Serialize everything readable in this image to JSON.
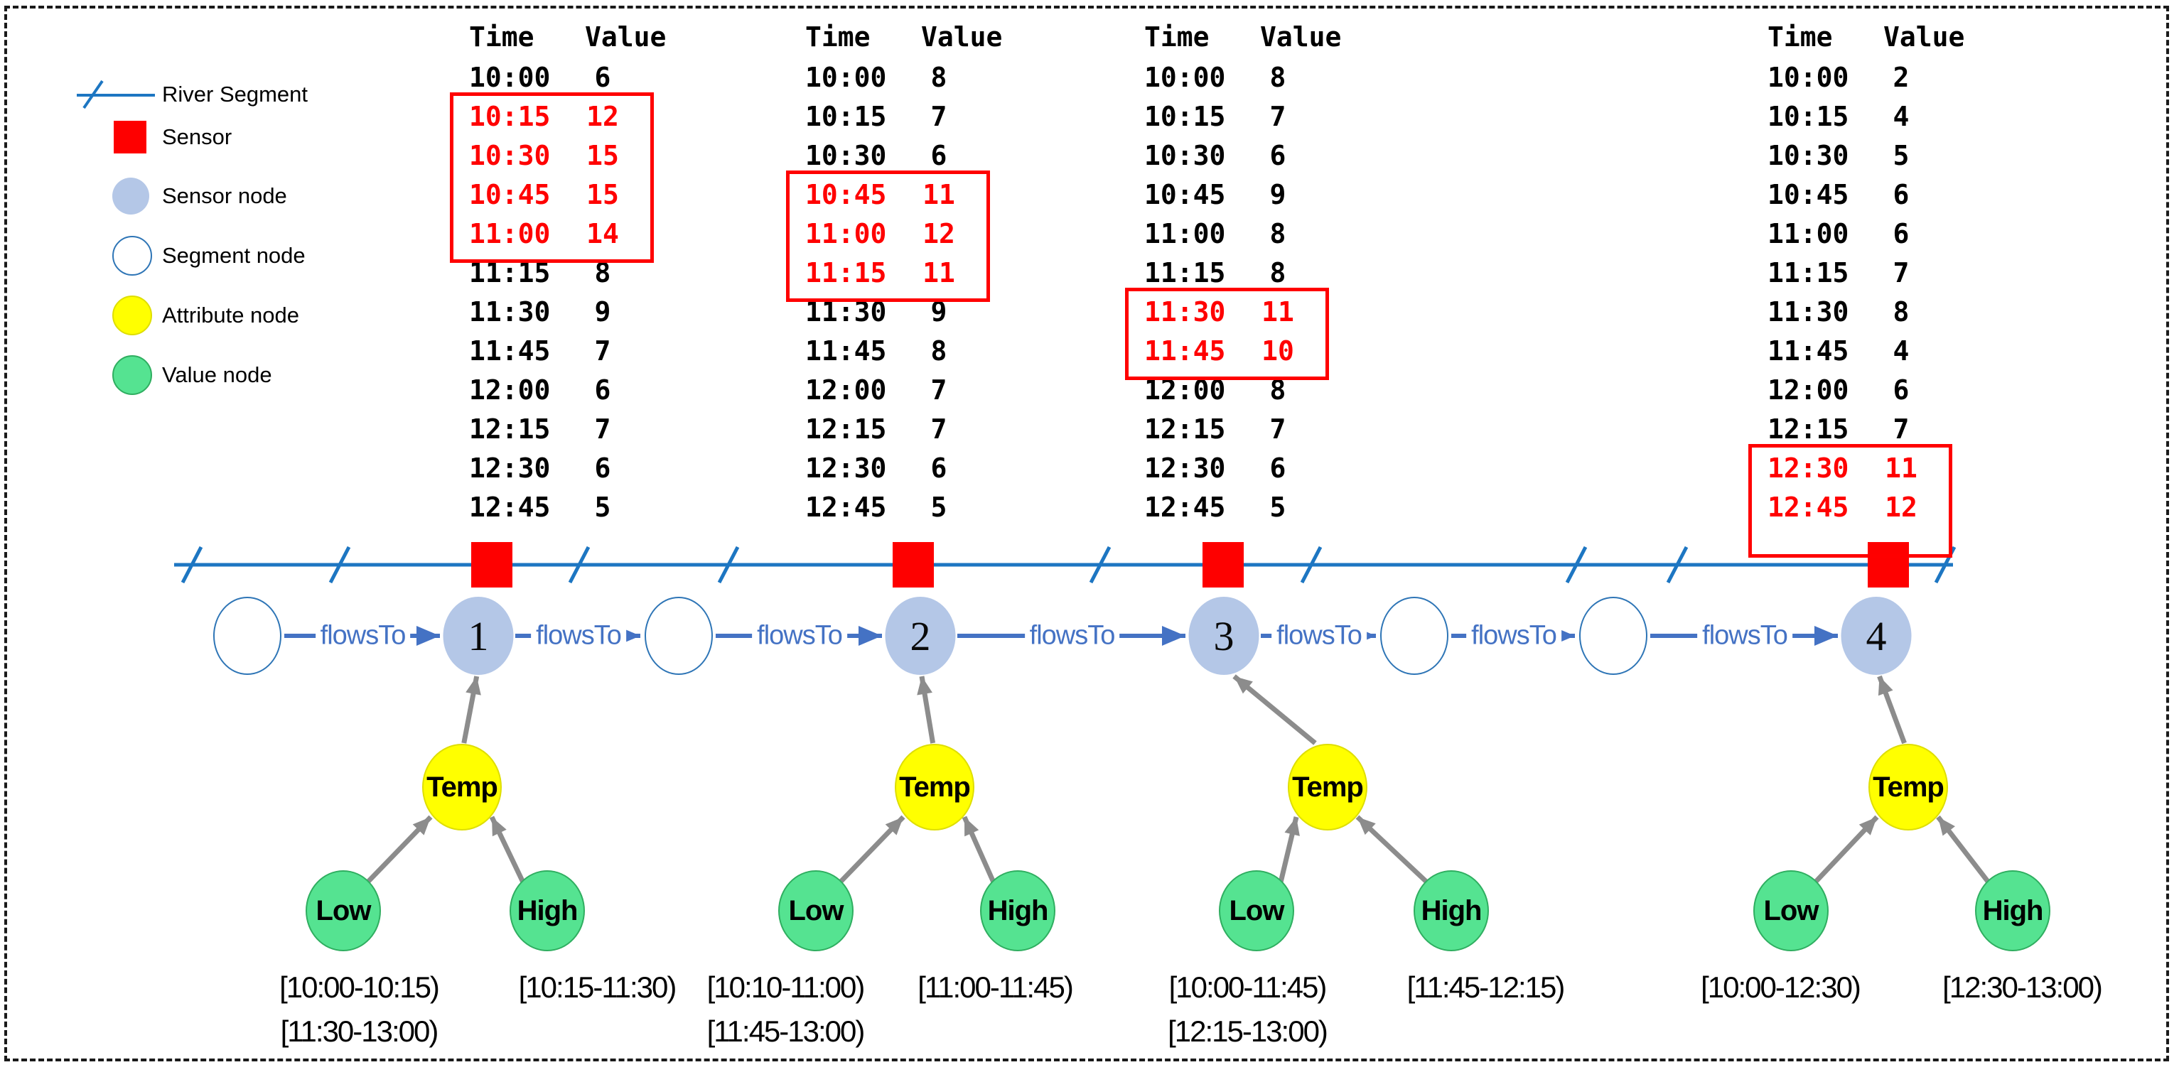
{
  "legend": {
    "items": [
      {
        "label": "River Segment",
        "swatch": "river-segment"
      },
      {
        "label": "Sensor",
        "swatch": "sensor"
      },
      {
        "label": "Sensor node",
        "swatch": "sensor-node"
      },
      {
        "label": "Segment node",
        "swatch": "segment-node"
      },
      {
        "label": "Attribute node",
        "swatch": "attribute-node"
      },
      {
        "label": "Value node",
        "swatch": "value-node"
      }
    ]
  },
  "tables": [
    {
      "sensor": "1",
      "headers": [
        "Time",
        "Value"
      ],
      "rows": [
        [
          "10:00",
          "6"
        ],
        [
          "10:15",
          "12"
        ],
        [
          "10:30",
          "15"
        ],
        [
          "10:45",
          "15"
        ],
        [
          "11:00",
          "14"
        ],
        [
          "11:15",
          "8"
        ],
        [
          "11:30",
          "9"
        ],
        [
          "11:45",
          "7"
        ],
        [
          "12:00",
          "6"
        ],
        [
          "12:15",
          "7"
        ],
        [
          "12:30",
          "6"
        ],
        [
          "12:45",
          "5"
        ]
      ],
      "highlight": [
        1,
        4
      ]
    },
    {
      "sensor": "2",
      "headers": [
        "Time",
        "Value"
      ],
      "rows": [
        [
          "10:00",
          "8"
        ],
        [
          "10:15",
          "7"
        ],
        [
          "10:30",
          "6"
        ],
        [
          "10:45",
          "11"
        ],
        [
          "11:00",
          "12"
        ],
        [
          "11:15",
          "11"
        ],
        [
          "11:30",
          "9"
        ],
        [
          "11:45",
          "8"
        ],
        [
          "12:00",
          "7"
        ],
        [
          "12:15",
          "7"
        ],
        [
          "12:30",
          "6"
        ],
        [
          "12:45",
          "5"
        ]
      ],
      "highlight": [
        3,
        5
      ]
    },
    {
      "sensor": "3",
      "headers": [
        "Time",
        "Value"
      ],
      "rows": [
        [
          "10:00",
          "8"
        ],
        [
          "10:15",
          "7"
        ],
        [
          "10:30",
          "6"
        ],
        [
          "10:45",
          "9"
        ],
        [
          "11:00",
          "8"
        ],
        [
          "11:15",
          "8"
        ],
        [
          "11:30",
          "11"
        ],
        [
          "11:45",
          "10"
        ],
        [
          "12:00",
          "8"
        ],
        [
          "12:15",
          "7"
        ],
        [
          "12:30",
          "6"
        ],
        [
          "12:45",
          "5"
        ]
      ],
      "highlight": [
        6,
        7
      ]
    },
    {
      "sensor": "4",
      "headers": [
        "Time",
        "Value"
      ],
      "rows": [
        [
          "10:00",
          "2"
        ],
        [
          "10:15",
          "4"
        ],
        [
          "10:30",
          "5"
        ],
        [
          "10:45",
          "6"
        ],
        [
          "11:00",
          "6"
        ],
        [
          "11:15",
          "7"
        ],
        [
          "11:30",
          "8"
        ],
        [
          "11:45",
          "4"
        ],
        [
          "12:00",
          "6"
        ],
        [
          "12:15",
          "7"
        ],
        [
          "12:30",
          "11"
        ],
        [
          "12:45",
          "12"
        ]
      ],
      "highlight": [
        10,
        11
      ]
    }
  ],
  "graph": {
    "flows_label": "flowsTo",
    "nodes": [
      {
        "type": "segment",
        "label": ""
      },
      {
        "type": "sensor",
        "label": "1"
      },
      {
        "type": "segment",
        "label": ""
      },
      {
        "type": "sensor",
        "label": "2"
      },
      {
        "type": "sensor",
        "label": "3"
      },
      {
        "type": "segment",
        "label": ""
      },
      {
        "type": "segment",
        "label": ""
      },
      {
        "type": "sensor",
        "label": "4"
      }
    ]
  },
  "clusters": [
    {
      "attribute": "Temp",
      "low_label": "Low",
      "high_label": "High",
      "low_intervals": [
        "[10:00-10:15)",
        "[11:30-13:00)"
      ],
      "high_intervals": [
        "[10:15-11:30)"
      ]
    },
    {
      "attribute": "Temp",
      "low_label": "Low",
      "high_label": "High",
      "low_intervals": [
        "[10:10-11:00)",
        "[11:45-13:00)"
      ],
      "high_intervals": [
        "[11:00-11:45)"
      ]
    },
    {
      "attribute": "Temp",
      "low_label": "Low",
      "high_label": "High",
      "low_intervals": [
        "[10:00-11:45)",
        "[12:15-13:00)"
      ],
      "high_intervals": [
        "[11:45-12:15)"
      ]
    },
    {
      "attribute": "Temp",
      "low_label": "Low",
      "high_label": "High",
      "low_intervals": [
        "[10:00-12:30)"
      ],
      "high_intervals": [
        "[12:30-13:00)"
      ]
    }
  ],
  "colors": {
    "river": "#1d76c2",
    "flow": "#4472c4",
    "sensor_red": "#fe0000",
    "highlight_red": "#ff0000",
    "sensor_node": "#b4c7e7",
    "segment_border": "#2e75b6",
    "attribute": "#ffff00",
    "attribute_border": "#dede00",
    "value": "#55e391",
    "value_border": "#2fae60",
    "arrow_gray": "#8c8c8c"
  }
}
